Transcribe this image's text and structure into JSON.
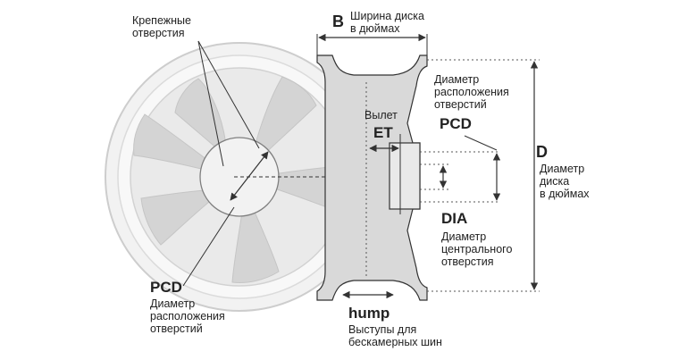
{
  "labels": {
    "mount_holes": {
      "line1": "Крепежные",
      "line2": "отверстия"
    },
    "width": {
      "letter": "B",
      "line1": "Ширина диска",
      "line2": "в дюймах"
    },
    "pcd_right_desc": {
      "line1": "Диаметр",
      "line2": "расположения",
      "line3": "отверстий"
    },
    "offset": {
      "word": "Вылет",
      "abbr": "ET"
    },
    "pcd_right": "PCD",
    "diameter": {
      "letter": "D",
      "line1": "Диаметр",
      "line2": "диска",
      "line3": "в дюймах"
    },
    "dia": {
      "abbr": "DIA",
      "line1": "Диаметр",
      "line2": "центрального",
      "line3": "отверстия"
    },
    "pcd_left": {
      "abbr": "PCD",
      "line1": "Диаметр",
      "line2": "расположения",
      "line3": "отверстий"
    },
    "hump": {
      "word": "hump",
      "line1": "Выступы для",
      "line2": "бескамерных шин"
    }
  },
  "colors": {
    "line": "#333333",
    "wheel_fill": "#e6e6e6",
    "wheel_shade": "#c9c9c9",
    "profile_fill": "#d7d7d7"
  }
}
